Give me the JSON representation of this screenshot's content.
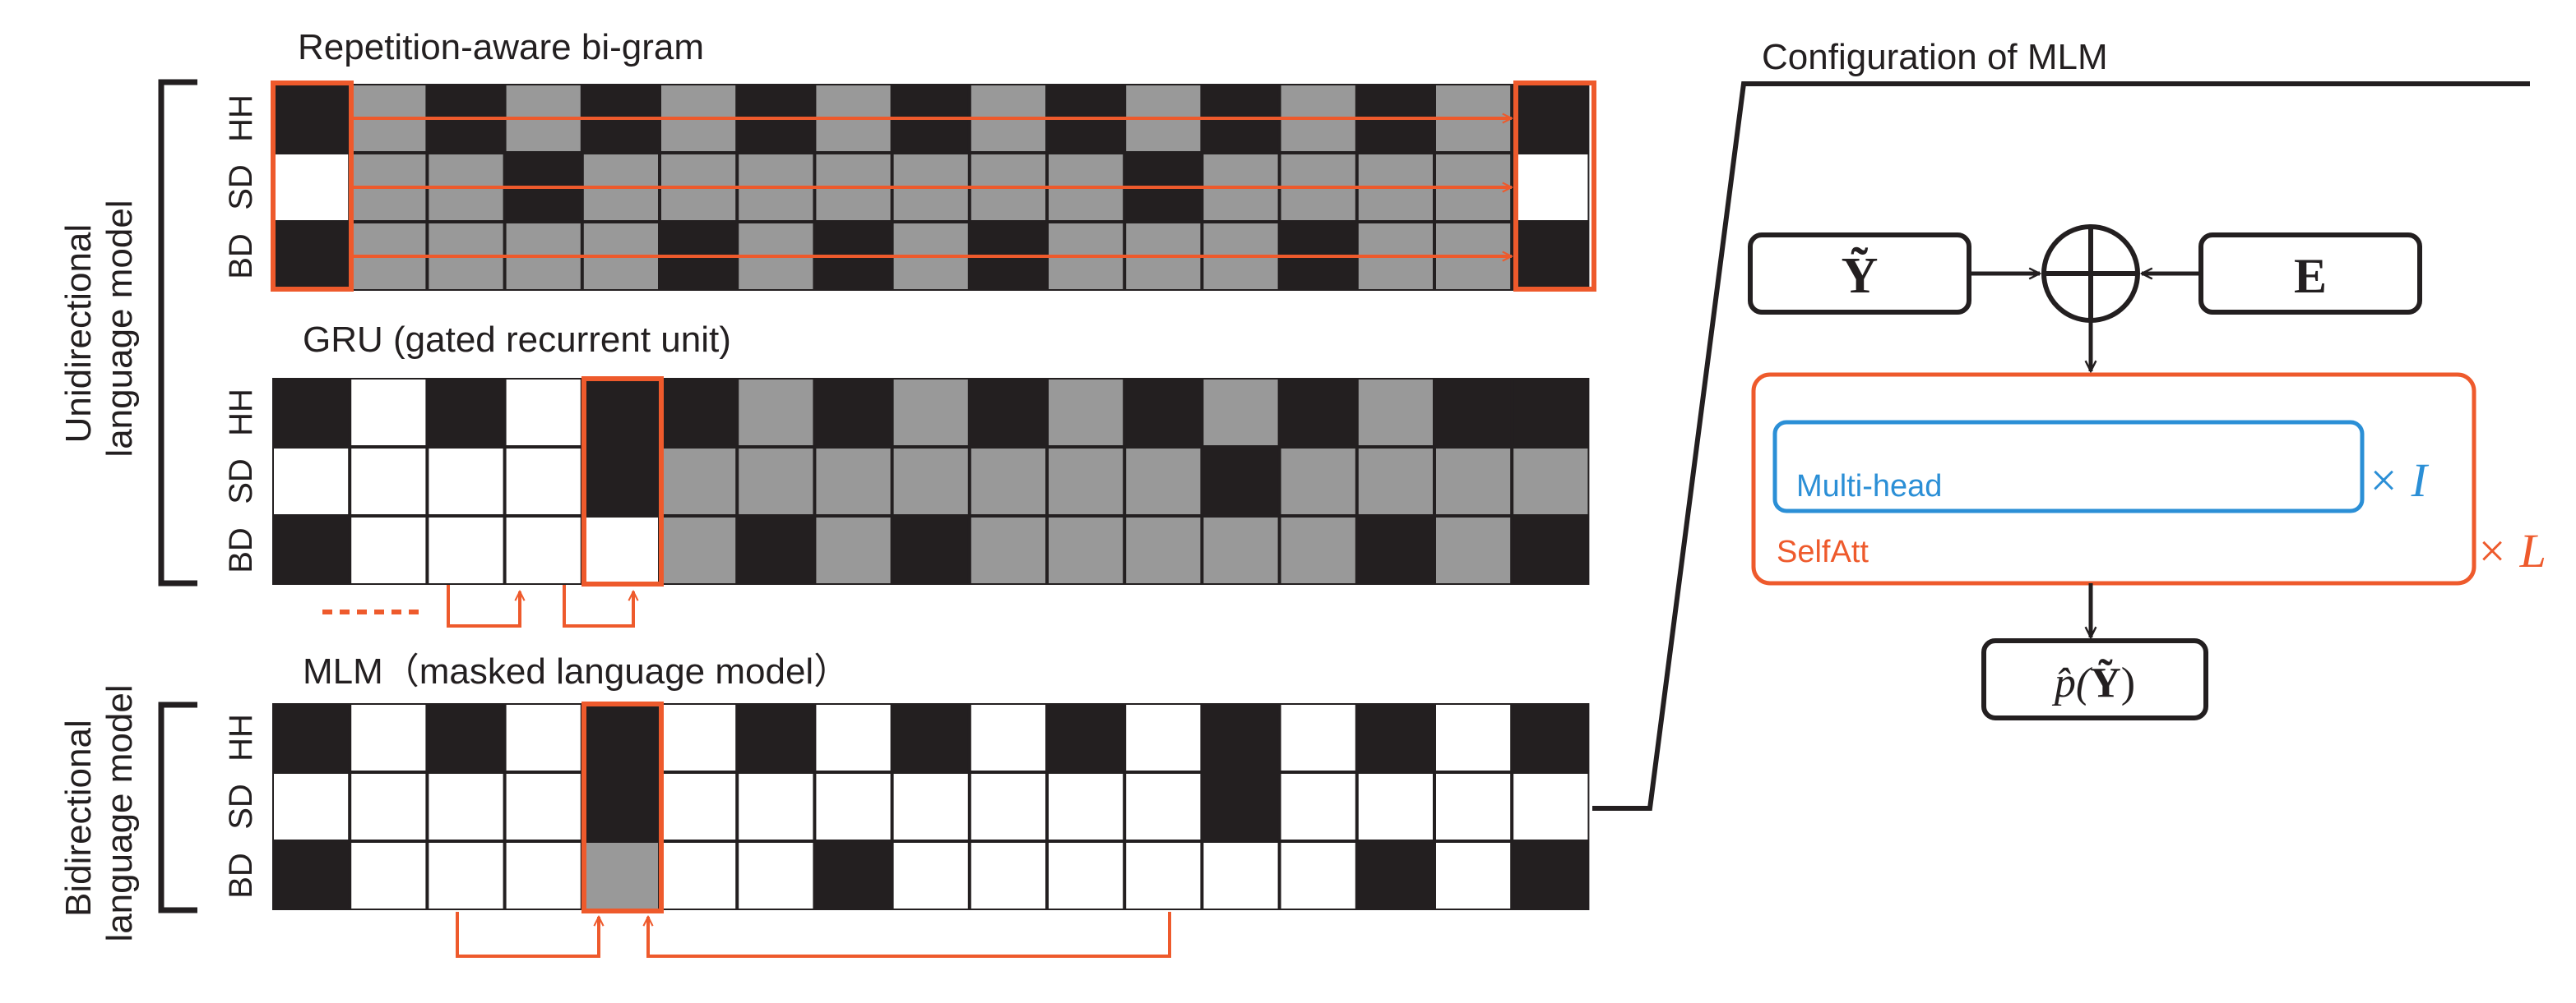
{
  "colors": {
    "dark": "#231f20",
    "gray": "#999999",
    "white": "#ffffff",
    "accent": "#ee5a2c",
    "blue": "#2b8fd6",
    "frame": "#231f20"
  },
  "side_labels": {
    "unidirectional": [
      "Unidirectional",
      "language model"
    ],
    "bidirectional": [
      "Bidirectional",
      "language model"
    ]
  },
  "row_labels": [
    "HH",
    "SD",
    "BD"
  ],
  "panels": [
    {
      "title": "Repetition-aware bi-gram",
      "grid": [
        "DGDGDGDGDGDGDGDGD",
        "WGGDGGGGGGGDGGGGW",
        "DGGGGDGDGDGGGDGGD"
      ]
    },
    {
      "title": "GRU (gated recurrent unit)",
      "grid": [
        "DWDWDDGDGDGDGDGDD",
        "WWWWDGGGGGGGDGGGG",
        "DWWWWGDGDGGGGGDGD"
      ]
    },
    {
      "title": "MLM（masked language model）",
      "grid": [
        "DWDWDWDWDWDWDWDWD",
        "WWWWDWWWWWWWDWWWW",
        "DWWWGWWDWWWWWWDWD"
      ]
    }
  ],
  "config": {
    "title": "Configuration of MLM",
    "y_tilde": "Ỹ",
    "e_label": "E",
    "multihead": "Multi-head",
    "times_i": "× I",
    "selfatt": "SelfAtt",
    "times_l": "× L",
    "output_prefix": "p̂(",
    "output_var": "Ỹ",
    "output_suffix": ")"
  }
}
